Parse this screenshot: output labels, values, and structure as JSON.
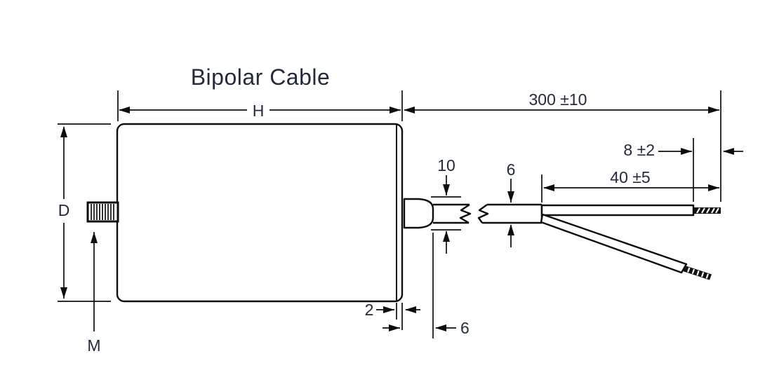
{
  "title": "Bipolar Cable",
  "colors": {
    "line": "#0e0e0e",
    "text": "#232a3c",
    "background": "#ffffff"
  },
  "dimensions": {
    "housing_length": {
      "label": "H"
    },
    "cable_length": {
      "label": "300 ±10"
    },
    "strip_length": {
      "label": "8 ±2"
    },
    "split_length": {
      "label": "40 ±5"
    },
    "boot_diameter": {
      "label": "10"
    },
    "cable_diameter": {
      "label": "6"
    },
    "housing_diameter": {
      "label": "D"
    },
    "thread_size": {
      "label": "M"
    },
    "end_seal_thickness": {
      "label": "2"
    },
    "boot_length": {
      "label": "6"
    }
  }
}
